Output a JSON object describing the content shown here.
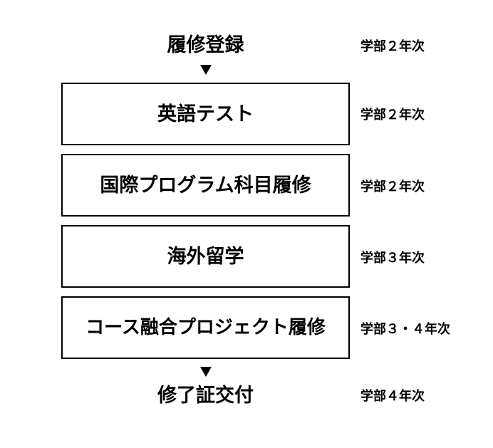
{
  "flow": {
    "start": {
      "label": "履修登録",
      "year": "学部２年次"
    },
    "steps": [
      {
        "label": "英語テスト",
        "year": "学部２年次"
      },
      {
        "label": "国際プログラム科目履修",
        "year": "学部２年次"
      },
      {
        "label": "海外留学",
        "year": "学部３年次"
      },
      {
        "label": "コース融合プロジェクト履修",
        "year": "学部３・４年次"
      }
    ],
    "end": {
      "label": "修了証交付",
      "year": "学部４年次"
    }
  },
  "colors": {
    "line": "#000000",
    "background": "#ffffff"
  },
  "icons": {
    "arrow": "triangle-down-icon"
  }
}
